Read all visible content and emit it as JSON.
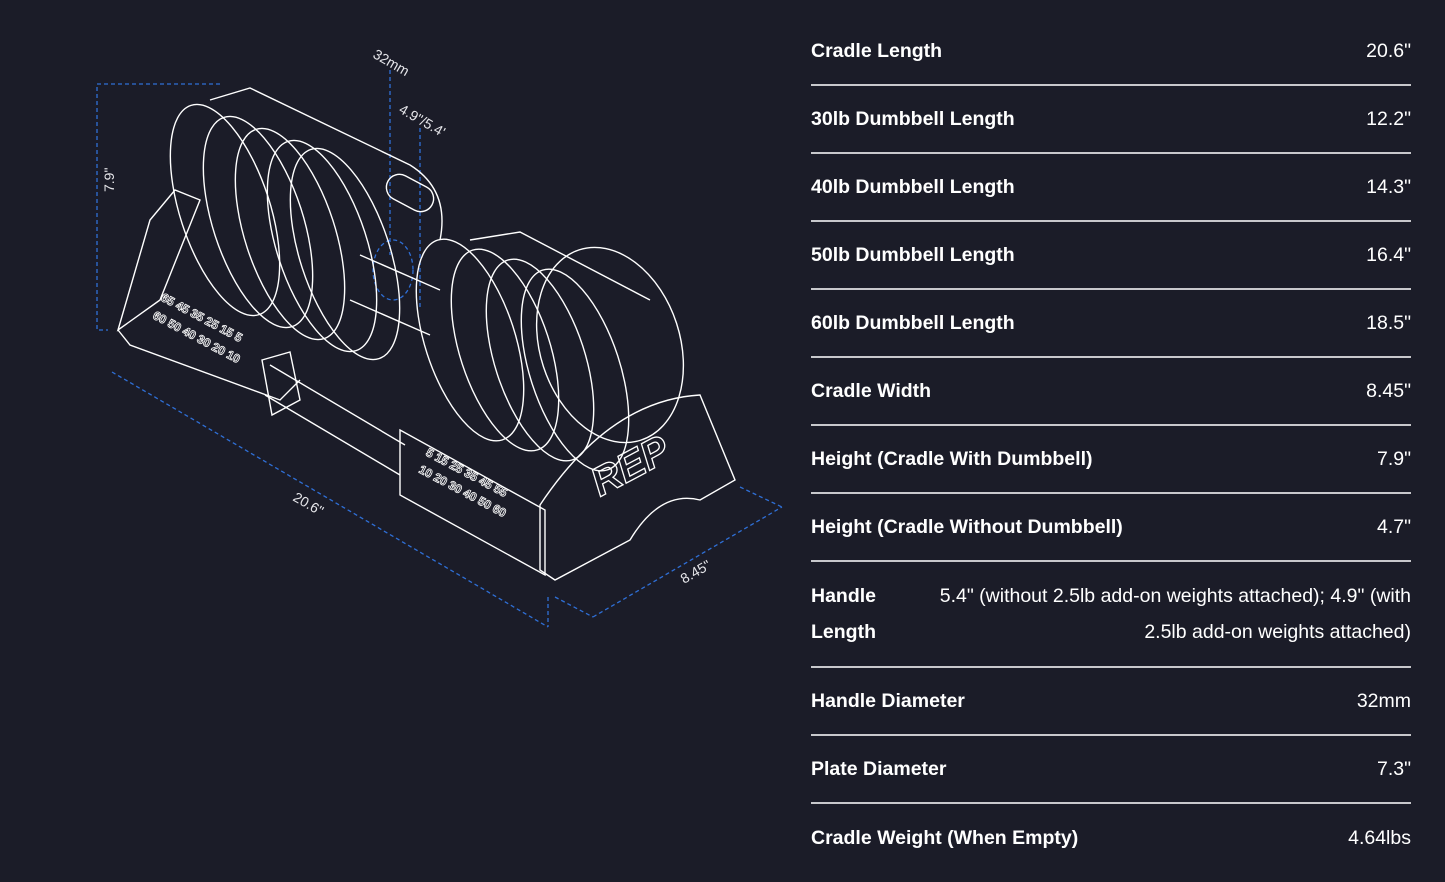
{
  "illustration": {
    "dimensions": {
      "handle_diameter": "32mm",
      "handle_length": "4.9\"/5.4'",
      "height": "7.9\"",
      "length": "20.6\"",
      "width": "8.45\""
    },
    "numbers_left_top": "65 45 35 25 15 5",
    "numbers_left_bottom": "60 50 40 30 20 10",
    "numbers_right_top": "5 15 25 35 45 55",
    "numbers_right_bottom": "10 20 30 40 50 60",
    "logo": "REP",
    "colors": {
      "line": "#ffffff",
      "dimension": "#2f6fd6",
      "background": "#1b1c28"
    }
  },
  "specs": [
    {
      "label": "Cradle Length",
      "value": "20.6\""
    },
    {
      "label": "30lb Dumbbell Length",
      "value": "12.2\""
    },
    {
      "label": "40lb Dumbbell Length",
      "value": "14.3\""
    },
    {
      "label": "50lb Dumbbell Length",
      "value": "16.4\""
    },
    {
      "label": "60lb Dumbbell Length",
      "value": "18.5\""
    },
    {
      "label": "Cradle Width",
      "value": "8.45\""
    },
    {
      "label": "Height (Cradle With Dumbbell)",
      "value": "7.9\""
    },
    {
      "label": "Height (Cradle Without Dumbbell)",
      "value": "4.7\""
    },
    {
      "label": "Handle Length",
      "value": "5.4\" (without 2.5lb add-on weights attached); 4.9\" (with 2.5lb add-on weights attached)"
    },
    {
      "label": "Handle Diameter",
      "value": "32mm"
    },
    {
      "label": "Plate Diameter",
      "value": "7.3\""
    },
    {
      "label": "Cradle Weight (When Empty)",
      "value": "4.64lbs"
    }
  ]
}
